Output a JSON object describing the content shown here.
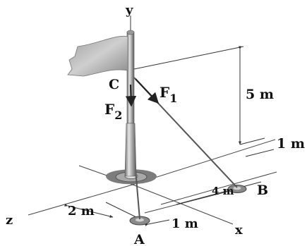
{
  "figure": {
    "axes": {
      "y": "y",
      "x": "x",
      "z": "z"
    },
    "points": {
      "A": "A",
      "B": "B",
      "C": "C"
    },
    "forces": {
      "f1": {
        "letter": "F",
        "sub": "1"
      },
      "f2": {
        "letter": "F",
        "sub": "2"
      }
    },
    "dimensions": {
      "height": "5 m",
      "right_offset": "1 m",
      "b_depth": "4 m",
      "a_z": "2 m",
      "a_x": "1 m"
    },
    "colors": {
      "line": "#333333",
      "pole_light": "#d9d9d9",
      "pole_dark": "#7a7a7a",
      "flag": "#b8b8b8",
      "base": "#8c8c8c",
      "arrow": "#222222"
    }
  }
}
